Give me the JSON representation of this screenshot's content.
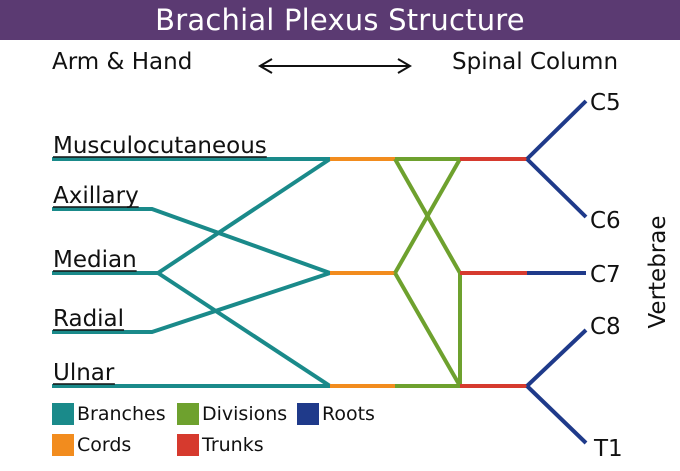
{
  "title": "Brachial Plexus Structure",
  "headers": {
    "left": "Arm & Hand",
    "right": "Spinal Column"
  },
  "icons": {
    "direction_arrow": "double-headed-arrow-icon"
  },
  "colors": {
    "branches": "#1a8a8a",
    "cords": "#f28c1e",
    "divisions": "#6ea12e",
    "roots": "#1f3a8a",
    "trunks": "#d63a2e",
    "title_bg": "#5b3a72"
  },
  "nerves": [
    "Musculocutaneous",
    "Axillary",
    "Median",
    "Radial",
    "Ulnar"
  ],
  "roots": [
    "C5",
    "C6",
    "C7",
    "C8",
    "T1"
  ],
  "side_label": "Vertebrae",
  "legend": [
    {
      "key": "branches",
      "label": "Branches"
    },
    {
      "key": "divisions",
      "label": "Divisions"
    },
    {
      "key": "roots",
      "label": "Roots"
    },
    {
      "key": "cords",
      "label": "Cords"
    },
    {
      "key": "trunks",
      "label": "Trunks"
    }
  ]
}
